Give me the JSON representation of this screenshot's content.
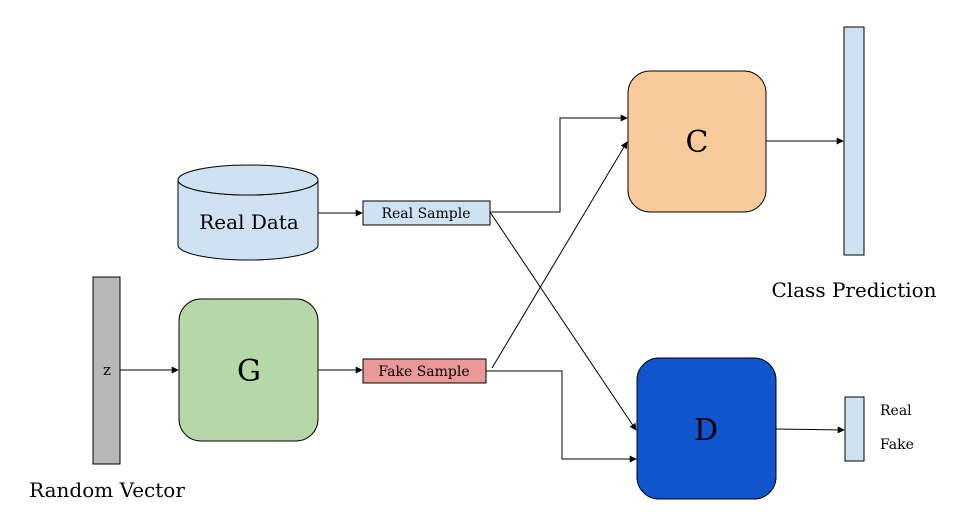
{
  "nodes": {
    "real_data": {
      "label": "Real Data",
      "fill": "#cfe2f3"
    },
    "generator": {
      "label": "G",
      "fill": "#b6d7a8"
    },
    "classifier": {
      "label": "C",
      "fill": "#f9cb9c"
    },
    "discriminator": {
      "label": "D",
      "fill": "#1155cc"
    },
    "random_vector": {
      "label": "z",
      "caption": "Random Vector",
      "fill": "#b7b7b7"
    },
    "real_sample": {
      "label": "Real Sample",
      "fill": "#cfe2f3"
    },
    "fake_sample": {
      "label": "Fake Sample",
      "fill": "#ea9999"
    },
    "class_prediction": {
      "caption": "Class Prediction",
      "fill": "#cfe2f3"
    },
    "discriminator_output": {
      "fill": "#cfe2f3",
      "labels": [
        "Real",
        "Fake"
      ]
    }
  }
}
